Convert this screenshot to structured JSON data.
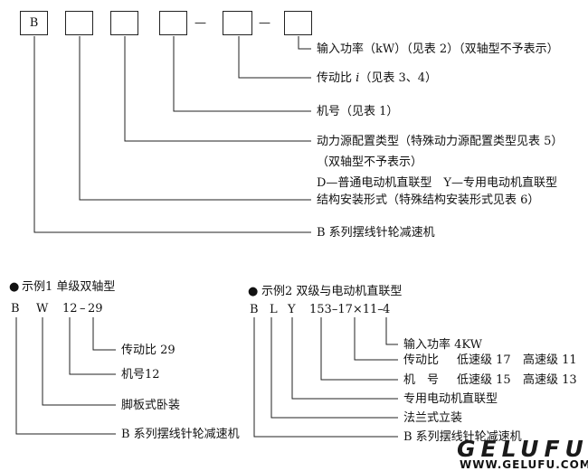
{
  "top": {
    "boxes": [
      "B",
      "",
      "",
      "",
      "",
      ""
    ],
    "dash1": "—",
    "dash2": "—",
    "labels": {
      "power": "输入功率（kW）（见表 2）（双轴型不予表示）",
      "ratio_pre": "传动比 ",
      "ratio_i": "i",
      "ratio_post": "（见表 3、4）",
      "frame": "机号（见表 1）",
      "power_type": "动力源配置类型（特殊动力源配置类型见表 5）",
      "power_type_note": "（双轴型不予表示）",
      "power_type_options": "D—普通电动机直联型　Y—专用电动机直联型",
      "mount": "结构安装形式（特殊结构安装形式见表 6）",
      "series": "B 系列摆线针轮减速机"
    }
  },
  "example1": {
    "title": "示例1  单级双轴型",
    "bullet": "●",
    "codes": [
      "B",
      "W",
      "12",
      "–",
      "29"
    ],
    "labels": [
      "传动比 29",
      "机号12",
      "脚板式卧装",
      "B 系列摆线针轮减速机"
    ]
  },
  "example2": {
    "title": "示例2  双级与电动机直联型",
    "bullet": "●",
    "codes": [
      "B",
      "L",
      "Y",
      "153–17×11–",
      "4"
    ],
    "labels": {
      "power": "输入功率  4KW",
      "ratio": "传动比",
      "ratio_low": "低速级 17",
      "ratio_high": "高速级 11",
      "frame": "机　号",
      "frame_low": "低速级 15",
      "frame_high": "高速级 13",
      "motor": "专用电动机直联型",
      "flange": "法兰式立装",
      "series": "B 系列摆线针轮减速机"
    }
  },
  "logo": {
    "brand": "GELUFU",
    "url": "WWW.GELUFU.COM"
  }
}
